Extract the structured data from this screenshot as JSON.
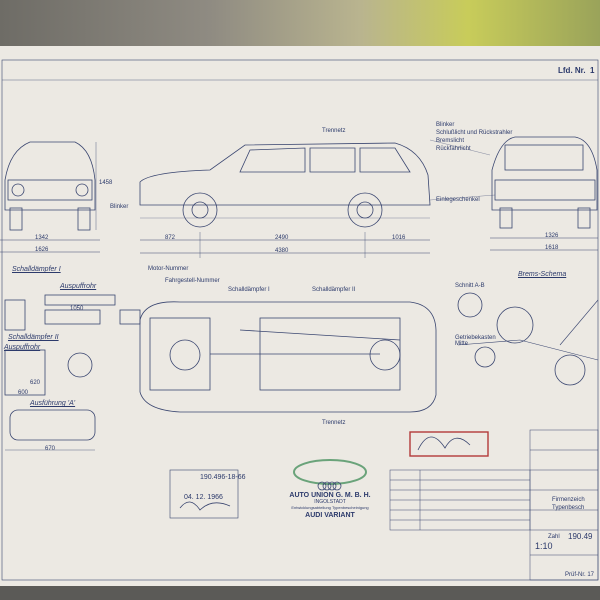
{
  "header": {
    "lfd_nr": "Lfd. Nr.",
    "lfd_value": "1"
  },
  "front_view": {
    "dim_height": "1458",
    "dim_track": "1342",
    "dim_width": "1626",
    "label_blinker": "Blinker"
  },
  "side_view": {
    "label_trennetz_top": "Trennetz",
    "dim_overhang_front": "872",
    "dim_wheelbase": "2490",
    "dim_overhang_rear": "1016",
    "dim_length": "4380"
  },
  "rear_view": {
    "callouts": [
      "Blinker",
      "Schlußlicht und Rückstrahler",
      "Bremslicht",
      "Rückfahrlicht"
    ],
    "label_einstiegshinweis": "Einlegeschenkel",
    "dim_track": "1326",
    "dim_width": "1618"
  },
  "sections": {
    "schalldampfer_1": "Schalldämpfer I",
    "schalldampfer_2": "Schalldämpfer II",
    "auspufftopf": "Auspuffrohr",
    "auspuffrohr": "Auspuffrohr",
    "ausfuehrung": "Ausführung 'A'",
    "brems_schema": "Brems-Schema"
  },
  "plan_view": {
    "motor_nummer": "Motor-Nummer",
    "fahrgestell_nummer": "Fahrgestell-Nummer",
    "schalldampfer_1": "Schalldämpfer I",
    "schalldampfer_2": "Schalldämpfer II",
    "trennetz": "Trennetz"
  },
  "exhaust_dims": [
    "1050",
    "620",
    "600",
    "670"
  ],
  "brake": {
    "schnitt": "Schnitt A-B",
    "getriebe": "Getriebekasten Mitte"
  },
  "approval_stamp": {
    "number": "190.496-18-66",
    "date": "04. 12. 1966"
  },
  "maker": {
    "company": "AUTO UNION G. M. B. H.",
    "city": "INGOLSTADT",
    "dept": "Entwicklungsabteilung Typenbescheinigung",
    "model": "AUDI VARIANT"
  },
  "title_block": {
    "zahl": "Zahl",
    "zahl_value": "190.49",
    "scale": "1:10",
    "pruef": "Prüf-Nr. 17",
    "firm_line": "Firmenzeich",
    "type_line": "Typenbesch"
  },
  "colors": {
    "ink": "#2c3a6b",
    "paper": "#ece9e3",
    "stamp_red": "#b33a3a",
    "stamp_green": "#6aa37a"
  }
}
